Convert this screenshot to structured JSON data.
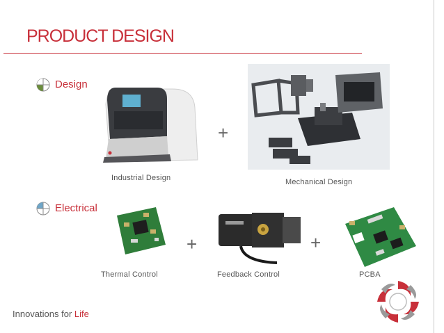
{
  "title": "PRODUCT DESIGN",
  "sections": {
    "design": {
      "label": "Design"
    },
    "electrical": {
      "label": "Electrical"
    }
  },
  "captions": {
    "industrial": "Industrial Design",
    "mechanical": "Mechanical Design",
    "thermal": "Thermal Control",
    "feedback": "Feedback Control",
    "pcba": "PCBA"
  },
  "plus_sign": "+",
  "footer": {
    "prefix": "Innovations for ",
    "highlight": "Life"
  },
  "colors": {
    "accent": "#c8303a",
    "text": "#555555"
  },
  "icons": [
    "quadrant-bullet-icon",
    "swirl-logo-icon"
  ]
}
